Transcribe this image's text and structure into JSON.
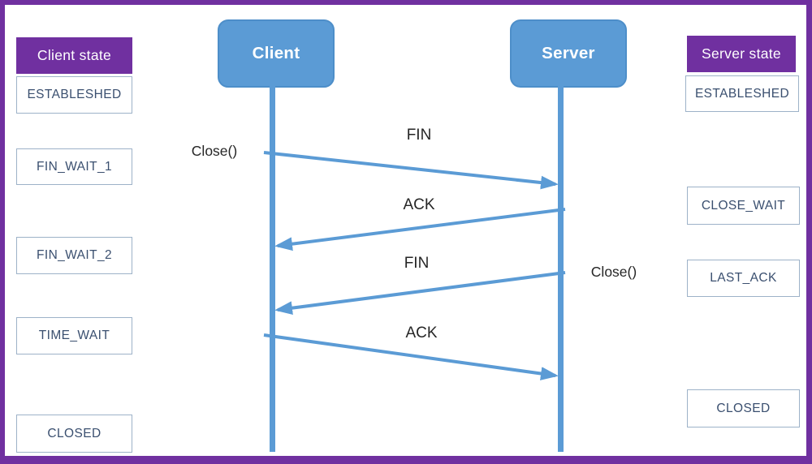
{
  "colors": {
    "purple": "#7030A0",
    "blue": "#5B9BD5",
    "blue_border": "#4D8EC9",
    "state_border": "#9DB2C8",
    "state_text": "#3A4F6F",
    "message_text": "#262626"
  },
  "left_panel": {
    "header": "Client state",
    "states": [
      "ESTABLESHED",
      "FIN_WAIT_1",
      "FIN_WAIT_2",
      "TIME_WAIT",
      "CLOSED"
    ]
  },
  "right_panel": {
    "header": "Server state",
    "states": [
      "ESTABLESHED",
      "CLOSE_WAIT",
      "LAST_ACK",
      "CLOSED"
    ]
  },
  "actors": {
    "client": "Client",
    "server": "Server"
  },
  "messages": [
    {
      "label": "FIN",
      "from": "client",
      "to": "server"
    },
    {
      "label": "ACK",
      "from": "server",
      "to": "client"
    },
    {
      "label": "FIN",
      "from": "server",
      "to": "client"
    },
    {
      "label": "ACK",
      "from": "client",
      "to": "server"
    }
  ],
  "annotations": [
    {
      "label": "Close()",
      "actor": "client"
    },
    {
      "label": "Close()",
      "actor": "server"
    }
  ]
}
